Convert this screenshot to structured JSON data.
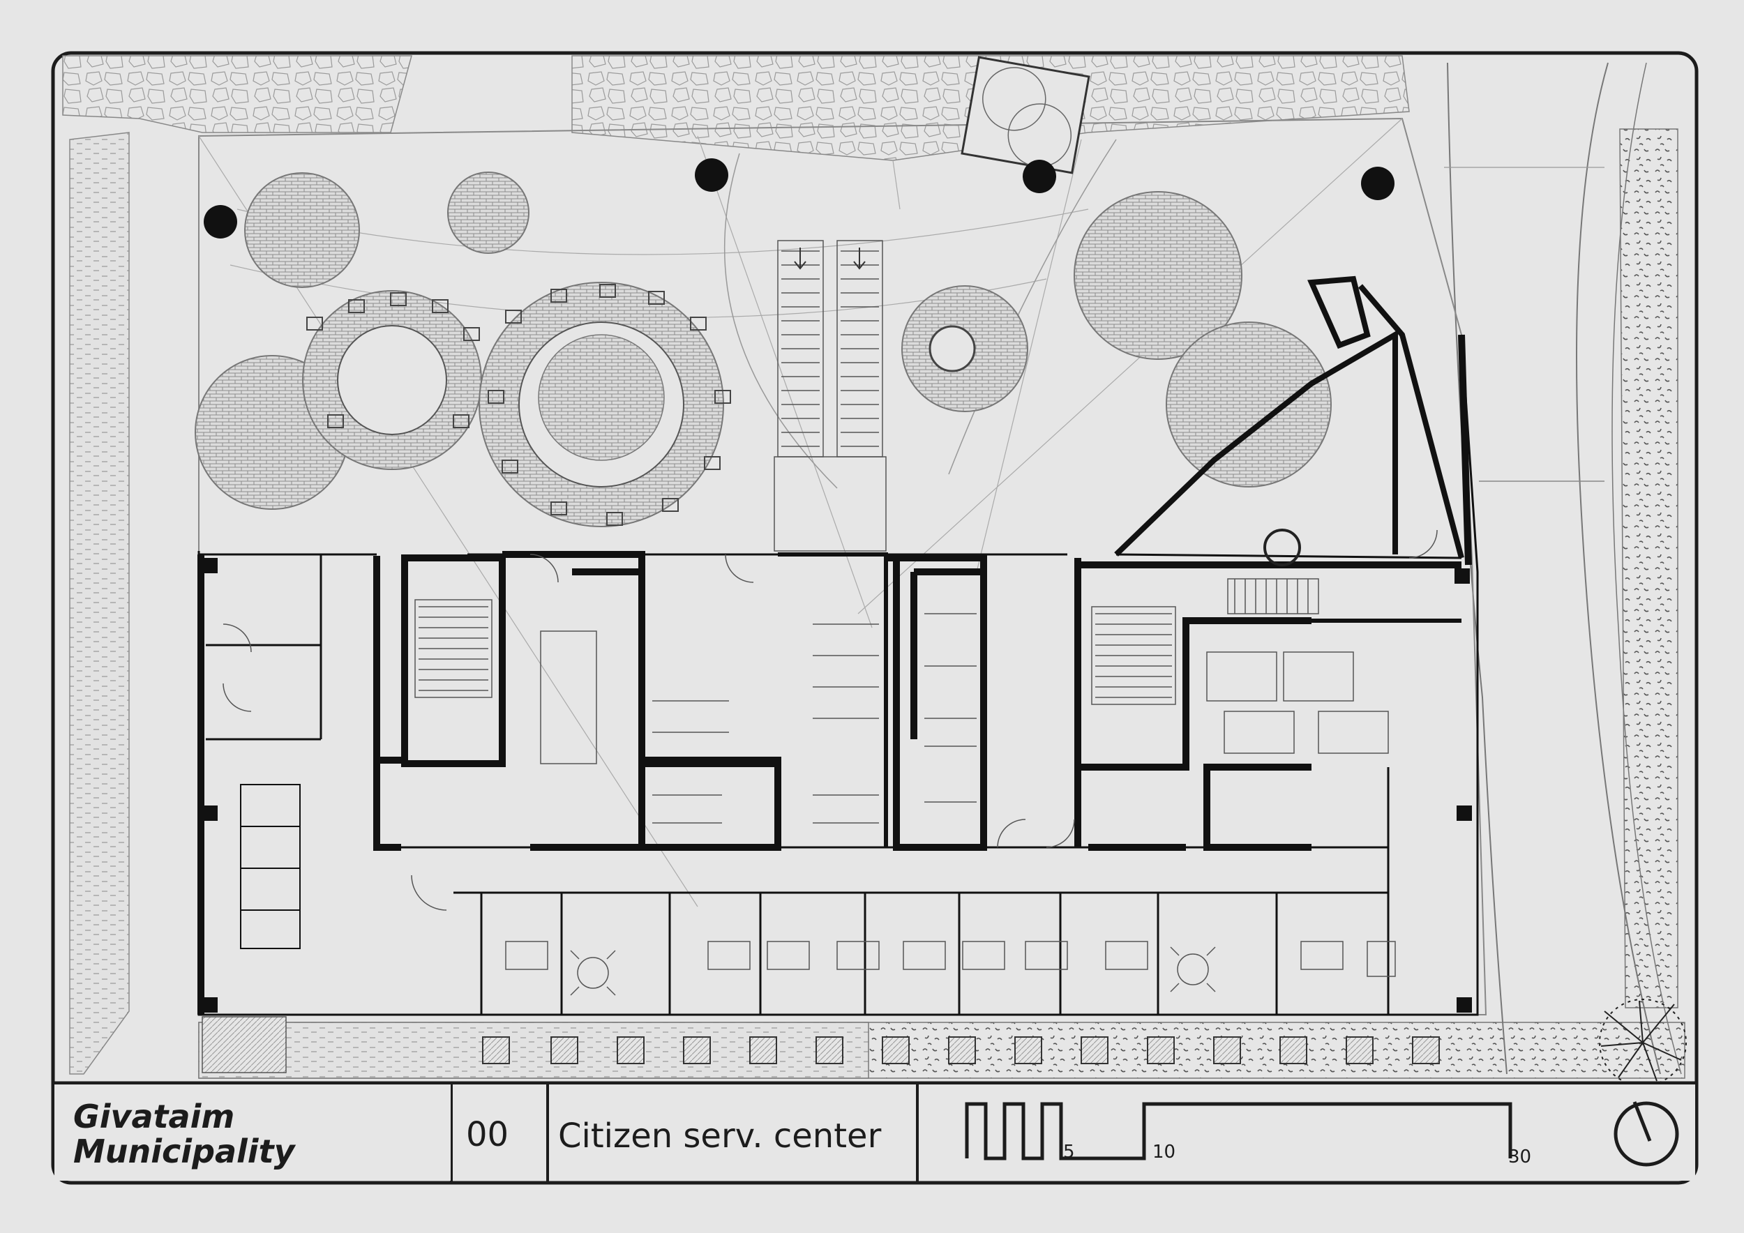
{
  "title_block": {
    "client_line1": "Givataim",
    "client_line2": "Municipality",
    "sheet_number": "00",
    "sheet_title": "Citizen serv. center",
    "scale_labels": [
      "5",
      "10",
      "30"
    ]
  },
  "colors": {
    "background": "#e6e6e6",
    "ink": "#1c1c1c",
    "thin_line": "#8a8a8a"
  },
  "icons": [
    "north-arrow-icon",
    "scale-bar-icon",
    "tree-icon",
    "column-icon"
  ]
}
